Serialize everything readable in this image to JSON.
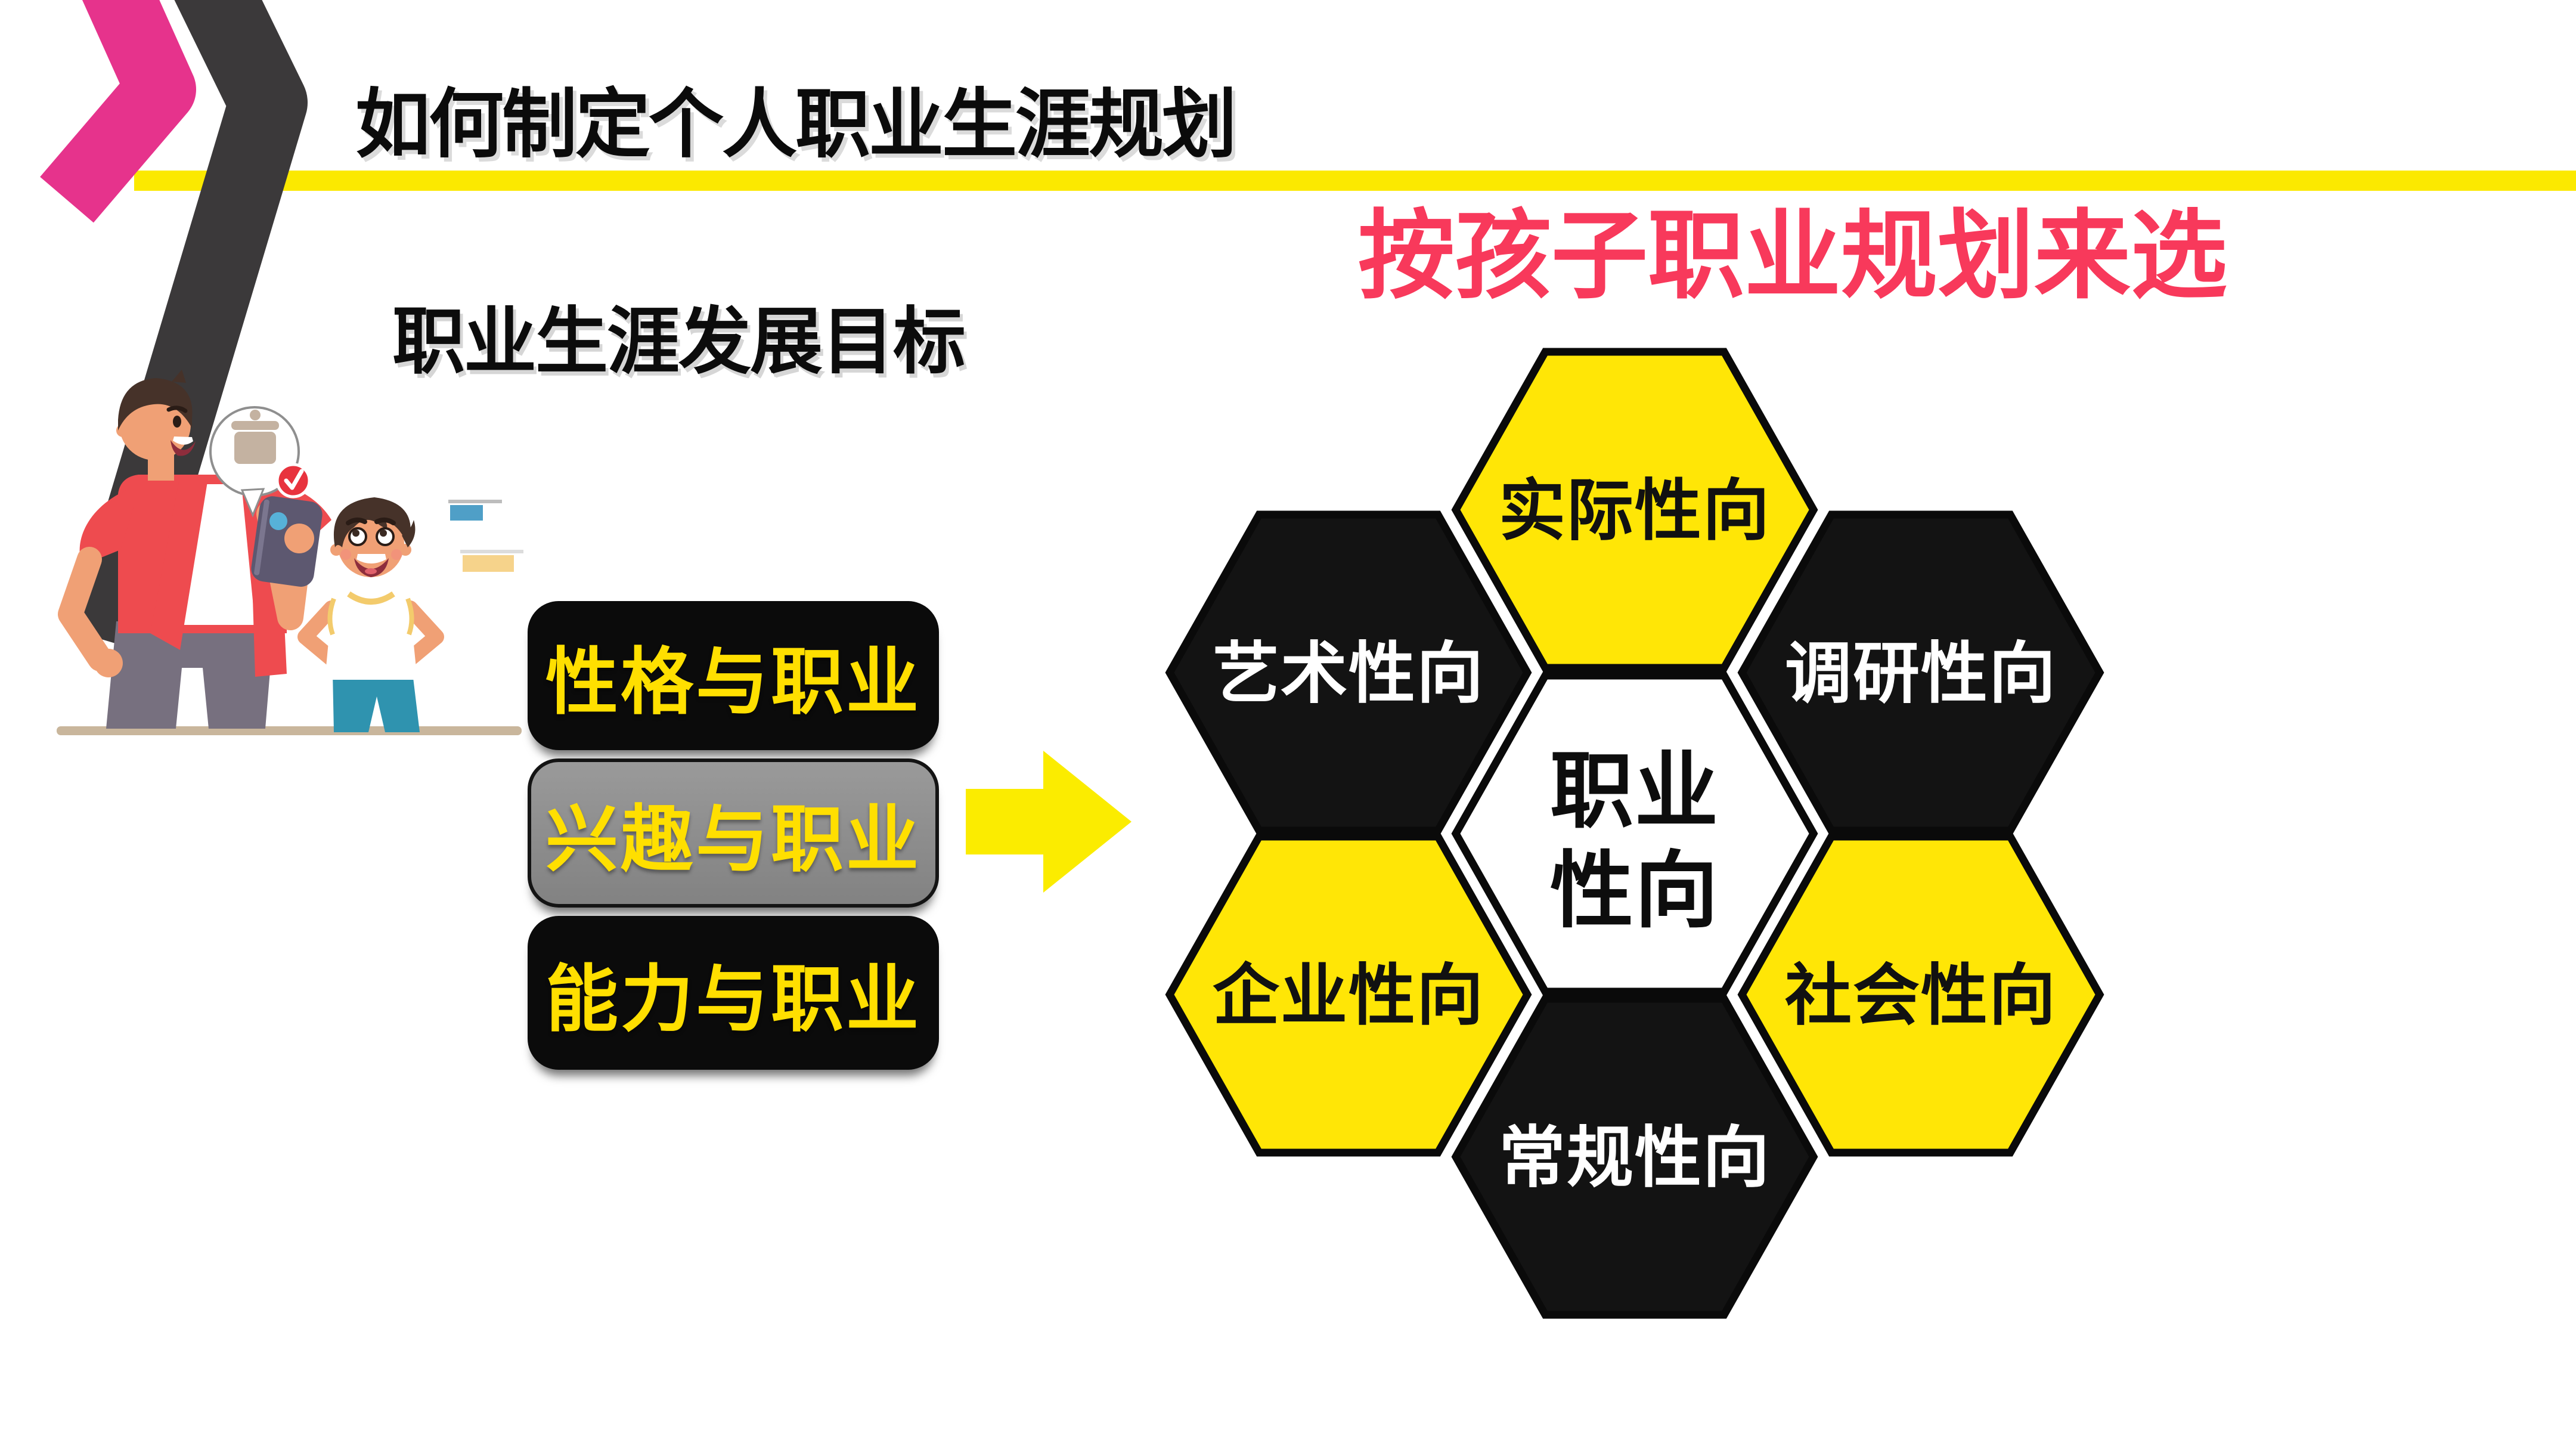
{
  "slide": {
    "title": "如何制定个人职业生涯规划",
    "subtitle": "按孩子职业规划来选",
    "section_heading": "职业生涯发展目标",
    "colors": {
      "background": "#FFFFFF",
      "accent_line": "#FBE900",
      "title_text": "#0B0B0B",
      "subtitle_text": "#F8395B",
      "subtitle_outline": "#FFFFFF",
      "chevron_pink": "#E6338C",
      "chevron_dark": "#3B393A"
    }
  },
  "factors_list": {
    "items": [
      {
        "label": "性格与职业",
        "background": "#0B0B0B",
        "text_color": "#FFDF00"
      },
      {
        "label": "兴趣与职业",
        "background": "#8B8B8B",
        "text_color": "#FFDF00"
      },
      {
        "label": "能力与职业",
        "background": "#0B0B0B",
        "text_color": "#FFDF00"
      }
    ],
    "arrow_color": "#FBEC00"
  },
  "hexagons": {
    "border_color": "#0A0A0A",
    "center": {
      "line1": "职业",
      "line2": "性向",
      "fill": "#FFFFFF",
      "text_color": "#0D0D0D"
    },
    "items": [
      {
        "label": "实际性向",
        "fill": "#FFE606",
        "text_color": "#111111",
        "position": "top"
      },
      {
        "label": "艺术性向",
        "fill": "#131313",
        "text_color": "#FFFFFF",
        "position": "upper-left"
      },
      {
        "label": "调研性向",
        "fill": "#131313",
        "text_color": "#FFFFFF",
        "position": "upper-right"
      },
      {
        "label": "企业性向",
        "fill": "#FFE606",
        "text_color": "#111111",
        "position": "lower-left"
      },
      {
        "label": "社会性向",
        "fill": "#FFE606",
        "text_color": "#111111",
        "position": "lower-right"
      },
      {
        "label": "常规性向",
        "fill": "#131313",
        "text_color": "#FFFFFF",
        "position": "bottom"
      }
    ]
  },
  "illustration": {
    "name": "parent-and-child-career-talk",
    "icons": [
      "speech-bubble-icon",
      "cooking-pot-icon",
      "check-badge-icon",
      "smartphone-icon",
      "mini-bar-chart-icon"
    ]
  }
}
